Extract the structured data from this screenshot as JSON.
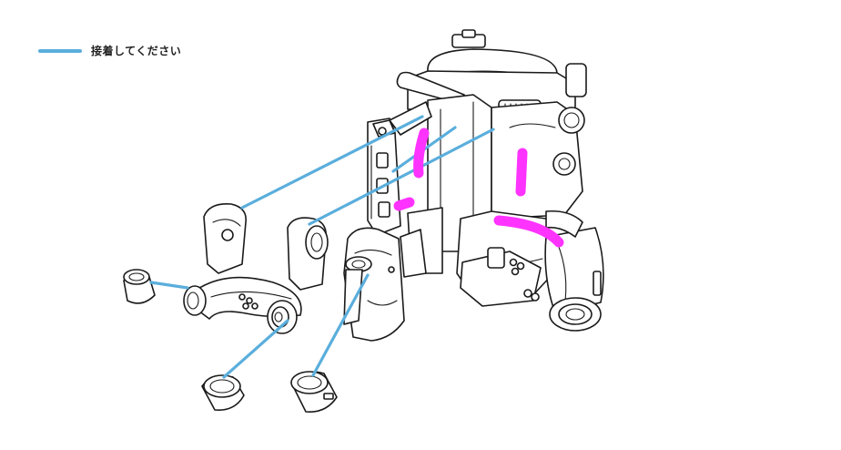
{
  "legend": {
    "label": "接着してください",
    "swatch_color": "#5aaedc"
  },
  "colors": {
    "line_art": "#1a1a1a",
    "guide_line": "#5aaedc",
    "glue_mark": "#ff33ff"
  },
  "parts": [
    "main-body",
    "arm-bracket",
    "hip-armor-plate",
    "side-unit",
    "cap-left",
    "cap-bottom-left",
    "cap-bottom-right"
  ]
}
